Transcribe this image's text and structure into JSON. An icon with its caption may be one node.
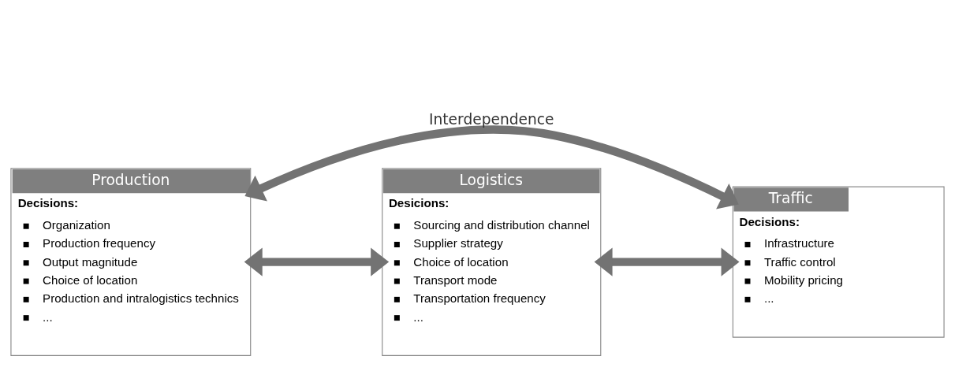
{
  "diagram": {
    "nodes": [
      {
        "text": [
          "Production",
          "Decisions:",
          "Organization",
          "Production frequency",
          "Output magnitude",
          "Choice of location",
          "Production and intralogistics technics",
          "..."
        ]
      },
      {
        "text": [
          "Logistics",
          "Desicions:",
          "Sourcing and distribution channel",
          "Supplier strategy",
          "Choice of location",
          "Transport mode",
          "Transportation frequency",
          "..."
        ]
      },
      {
        "text": [
          "Traffic",
          "Decisions:",
          "Infrastructure",
          "Traffic control",
          "Mobility pricing",
          "..."
        ]
      }
    ],
    "edges": [
      {
        "from": 0,
        "to": 1,
        "arrow": "both"
      },
      {
        "from": 1,
        "to": 2,
        "arrow": "both"
      },
      {
        "from": 0,
        "to": 2,
        "arrow": "both",
        "label": "Interdependence"
      }
    ]
  }
}
